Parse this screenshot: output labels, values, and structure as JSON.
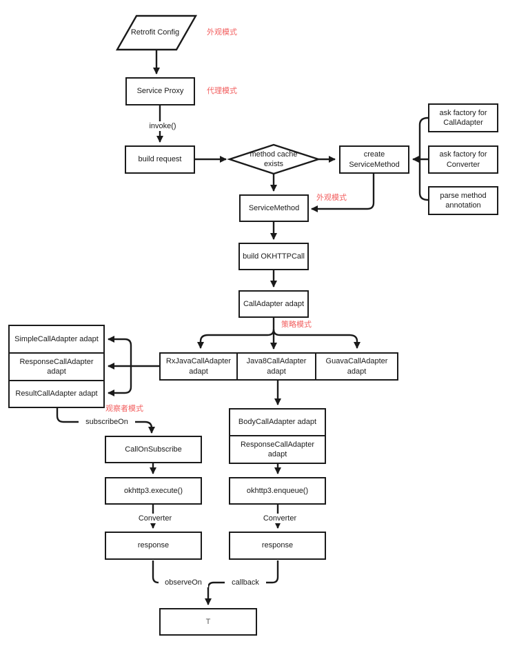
{
  "diagram": {
    "title_hint": "Retrofit flow diagram",
    "nodes": {
      "retrofit_config": "Retrofit Config",
      "service_proxy": "Service Proxy",
      "build_request": "build request",
      "method_cache_exists": "method cache exists",
      "create_service_method": "create ServiceMethod",
      "ask_factory_call_adapter": "ask factory for CallAdapter",
      "ask_factory_converter": "ask factory for Converter",
      "parse_method_annotation": "parse method annotation",
      "service_method": "ServiceMethod",
      "build_okhttpcall": "build OKHTTPCall",
      "call_adapter_adapt": "CallAdapter adapt",
      "rxjava_call_adapter": "RxJavaCallAdapter adapt",
      "java8_call_adapter": "Java8CallAdapter adapt",
      "guava_call_adapter": "GuavaCallAdapter adapt",
      "simple_call_adapter": "SimpleCallAdapter adapt",
      "response_call_adapter_left": "ResponseCallAdapter adapt",
      "result_call_adapter": "ResultCallAdapter adapt",
      "call_on_subscribe": "CallOnSubscribe",
      "okhttp3_execute": "okhttp3.execute()",
      "response_left": "response",
      "body_call_adapter": "BodyCallAdapter adapt",
      "response_call_adapter_mid": "ResponseCallAdapter adapt",
      "okhttp3_enqueue": "okhttp3.enqueue()",
      "response_right": "response",
      "t_result": "T"
    },
    "edge_labels": {
      "invoke": "invoke()",
      "subscribe_on": "subscribeOn",
      "converter_left": "Converter",
      "converter_right": "Converter",
      "observe_on": "observeOn",
      "callback": "callback"
    },
    "annotations": {
      "facade_top": "外观模式",
      "proxy": "代理模式",
      "facade_mid": "外观模式",
      "strategy": "策略模式",
      "observer": "观察者模式"
    },
    "colors": {
      "line": "#1a1a1a",
      "annotation": "#f25f5f",
      "background": "#ffffff",
      "node_fill": "#ffffff"
    }
  }
}
